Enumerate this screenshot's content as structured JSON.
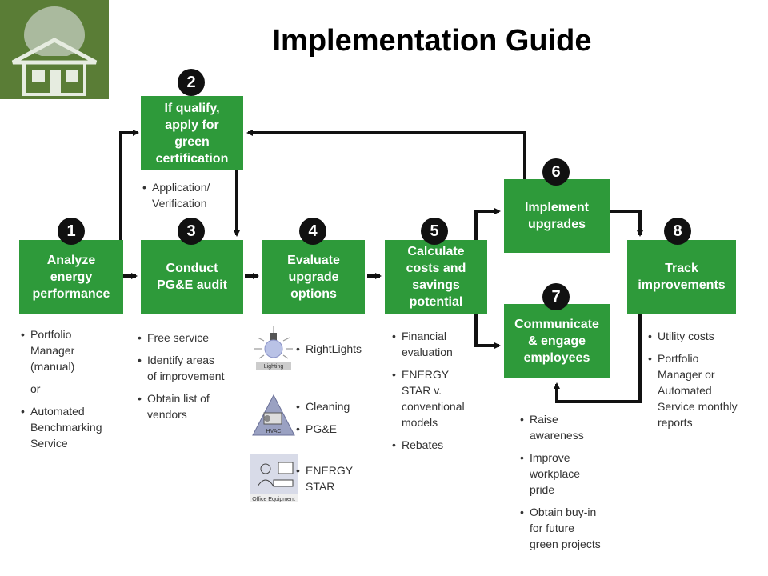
{
  "title": "Implementation Guide",
  "logo": {
    "icon": "green-house-logo-icon"
  },
  "steps": [
    {
      "number": "1",
      "label": "Analyze\nenergy\nperformance"
    },
    {
      "number": "2",
      "label": "If qualify,\napply for\ngreen\ncertification"
    },
    {
      "number": "3",
      "label": "Conduct\nPG&E audit"
    },
    {
      "number": "4",
      "label": "Evaluate\nupgrade\noptions"
    },
    {
      "number": "5",
      "label": "Calculate\ncosts and\nsavings\npotential"
    },
    {
      "number": "6",
      "label": "Implement\nupgrades"
    },
    {
      "number": "7",
      "label": "Communicate\n& engage\nemployees"
    },
    {
      "number": "8",
      "label": "Track\nimprovements"
    }
  ],
  "notes": {
    "step1": [
      "Portfolio\nManager\n(manual)",
      "or",
      "Automated\nBenchmarking\nService"
    ],
    "step2": [
      "Application/\nVerification"
    ],
    "step3": [
      "Free service",
      "Identify areas\nof improvement",
      "Obtain list of\nvendors"
    ],
    "step4": {
      "groups": [
        {
          "icon": "lighting-icon",
          "caption": "Lighting",
          "items": [
            "RightLights"
          ]
        },
        {
          "icon": "hvac-icon",
          "caption": "HVAC",
          "items": [
            "Cleaning",
            "PG&E"
          ]
        },
        {
          "icon": "office-equipment-icon",
          "caption": "Office Equipment",
          "items": [
            "ENERGY\nSTAR"
          ]
        }
      ]
    },
    "step5": [
      "Financial\nevaluation",
      "ENERGY\nSTAR v.\nconventional\nmodels",
      "Rebates"
    ],
    "step7": [
      "Raise\nawareness",
      "Improve\nworkplace\npride",
      "Obtain buy-in\nfor future\ngreen projects"
    ],
    "step8": [
      "Utility costs",
      "Portfolio\nManager or\nAutomated\nService monthly\nreports"
    ]
  },
  "colors": {
    "box": "#2e9a3a",
    "badge": "#111111",
    "arrow": "#111111"
  }
}
